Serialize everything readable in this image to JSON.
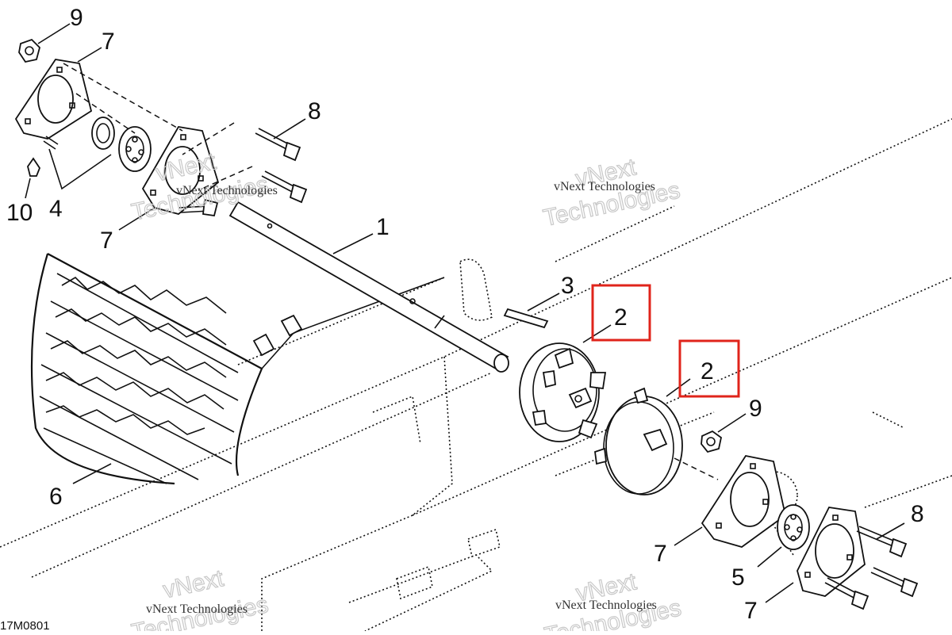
{
  "diagram": {
    "callouts": {
      "c9_top": "9",
      "c7_top": "7",
      "c8_top": "8",
      "c10": "10",
      "c4": "4",
      "c7_left": "7",
      "c1": "1",
      "c3": "3",
      "c2_left": "2",
      "c2_right": "2",
      "c9_right": "9",
      "c6": "6",
      "c8_right": "8",
      "c7_right_a": "7",
      "c5": "5",
      "c7_right_b": "7"
    },
    "figure_code": "17M0801",
    "watermark": {
      "line1": "vNext",
      "line2": "Technologies",
      "small": "vNext Technologies"
    },
    "highlight_color": "#e0241b"
  }
}
